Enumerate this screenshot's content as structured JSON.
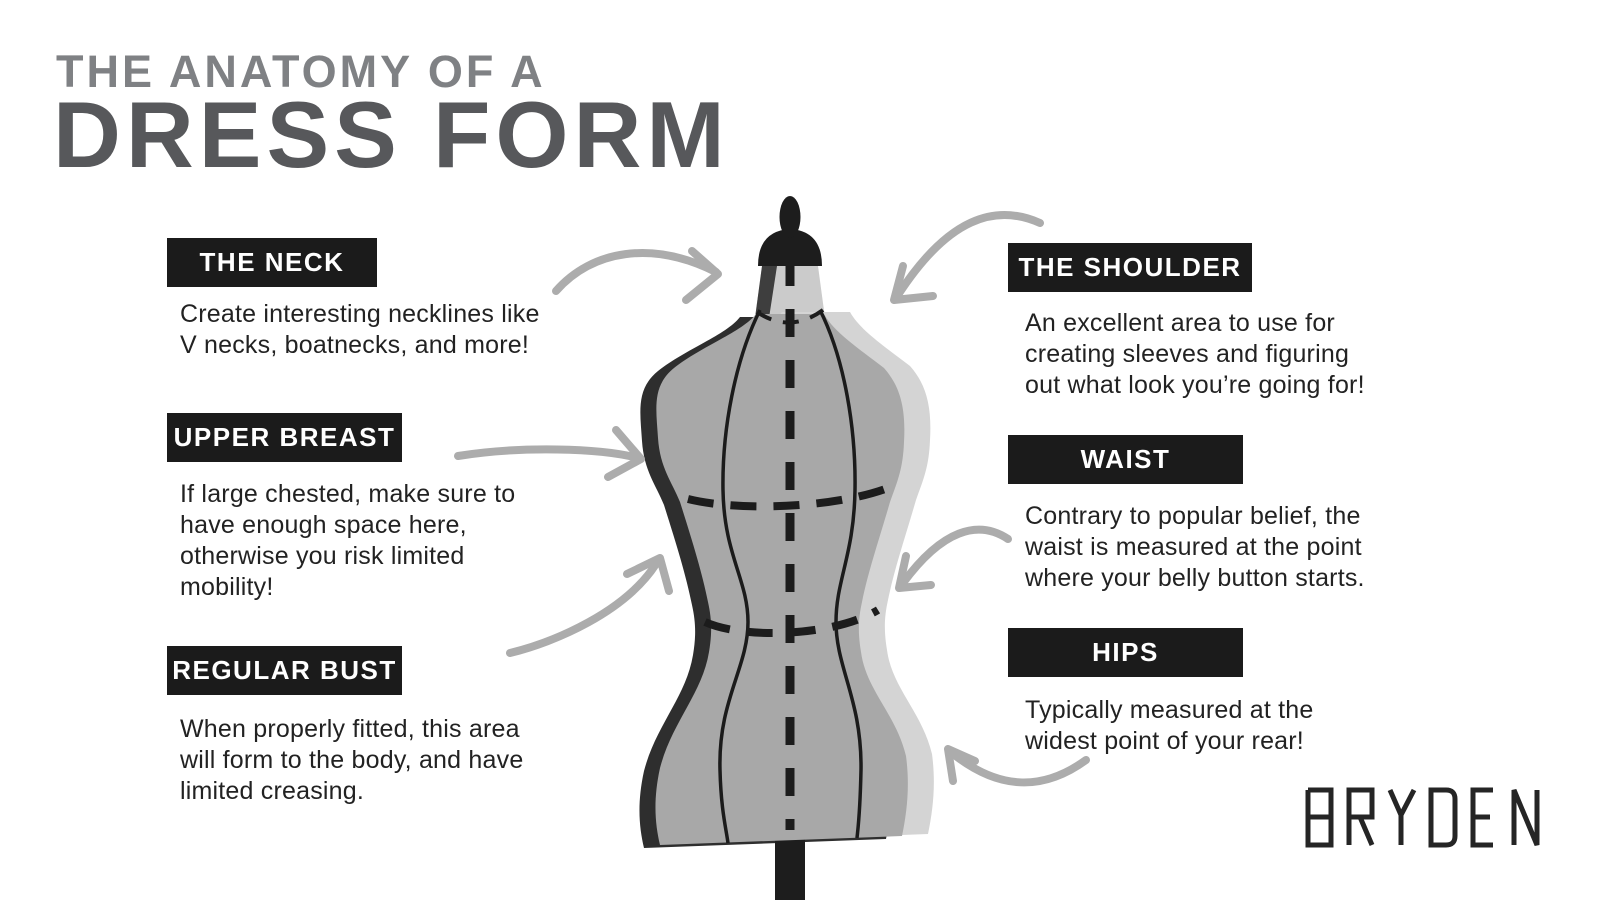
{
  "title": {
    "kicker": "THE ANATOMY OF A",
    "main": "DRESS FORM"
  },
  "sections": {
    "neck": {
      "label": "THE NECK",
      "lines": [
        "Create interesting necklines like",
        "V necks, boatnecks, and more!"
      ]
    },
    "upper_breast": {
      "label": "UPPER BREAST",
      "lines": [
        "If large chested, make sure to",
        "have enough space here,",
        "otherwise you risk limited",
        "mobility!"
      ]
    },
    "regular_bust": {
      "label": "REGULAR BUST",
      "lines": [
        "When properly fitted, this area",
        "will form to the body, and have",
        "limited creasing."
      ]
    },
    "shoulder": {
      "label": "THE SHOULDER",
      "lines": [
        "An excellent area to use for",
        "creating sleeves and figuring",
        "out what look you’re going for!"
      ]
    },
    "waist": {
      "label": "WAIST",
      "lines": [
        "Contrary to popular belief, the",
        "waist is measured at the point",
        "where your belly button starts."
      ]
    },
    "hips": {
      "label": "HIPS",
      "lines": [
        "Typically measured at the",
        "widest point of your rear!"
      ]
    }
  },
  "logo": {
    "text": "BRYDEN"
  },
  "illustration": {
    "subject": "dress-form-mannequin",
    "arrow_icons": [
      "neck-arrow-icon",
      "shoulder-arrow-icon",
      "upper-breast-arrow-icon",
      "regular-bust-arrow-icon",
      "waist-arrow-icon",
      "hips-arrow-icon"
    ]
  },
  "colors": {
    "background": "#ffffff",
    "kicker_gray": "#7f8184",
    "title_gray": "#57585b",
    "label_box_black": "#1b1b1b",
    "body_text": "#222222",
    "arrow_gray": "#acacac",
    "form_main_gray": "#a8a8a8",
    "form_shadow": "#2e2e2e",
    "form_highlight": "#d4d4d4",
    "form_neck": "#cbcbcb"
  }
}
